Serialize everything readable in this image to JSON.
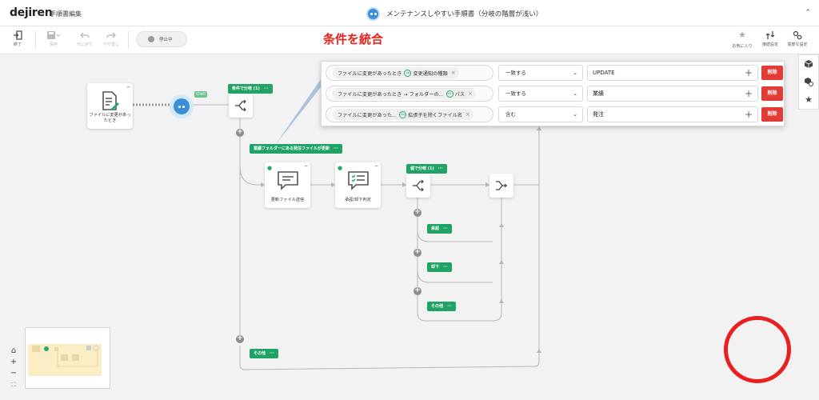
{
  "header": {
    "brand": "dejiren",
    "page_label": "手順書編集",
    "workflow_title": "メンテナンスしやすい手順書（分岐の階層が浅い）",
    "collapse_glyph": "⌃"
  },
  "toolbar": {
    "exit_label": "終了",
    "save_label": "保存",
    "undo_label": "元に戻す",
    "redo_label": "やり直し",
    "status_label": "停止中",
    "annotation": "条件を統合",
    "favorite_label": "お気に入り",
    "connection_label": "接続設定",
    "advanced_label": "高度な設定"
  },
  "nodes": {
    "trigger_label": "ファイルに変更があったとき",
    "start_tag": "START",
    "send_label": "更新ファイル送信",
    "approve_label": "承認/却下判定"
  },
  "tags": {
    "branch_condition": "条件で分岐 (1)",
    "folder_condition": "業績フォルダーにある発注ファイルが更新",
    "value_branch": "値で分岐 (1)",
    "approved": "承認",
    "rejected": "却下",
    "other_inner": "その他",
    "other_outer": "その他",
    "dots": "···"
  },
  "conditions": [
    {
      "var_prefix": "ファイルに変更があったとき",
      "var_chip": "変更通知の種類",
      "operator": "一致する",
      "value": "UPDATE",
      "delete": "削除"
    },
    {
      "var_prefix": "ファイルに変更があったとき → フォルダーの...",
      "var_chip": "パス",
      "operator": "一致する",
      "value": "業績",
      "delete": "削除"
    },
    {
      "var_prefix": "ファイルに変更があった...",
      "var_chip": "拡張子を除くファイル名",
      "operator": "含む",
      "value": "発注",
      "delete": "削除"
    }
  ],
  "icons": {
    "ab_glyph": "Ab",
    "remove_glyph": "×",
    "chevron": "⌄",
    "add_glyph": "+"
  },
  "colors": {
    "brand_green": "#21a366",
    "delete_red": "#e33b36",
    "accent_blue": "#3b8fd9",
    "annotation_red": "#e8221b"
  }
}
